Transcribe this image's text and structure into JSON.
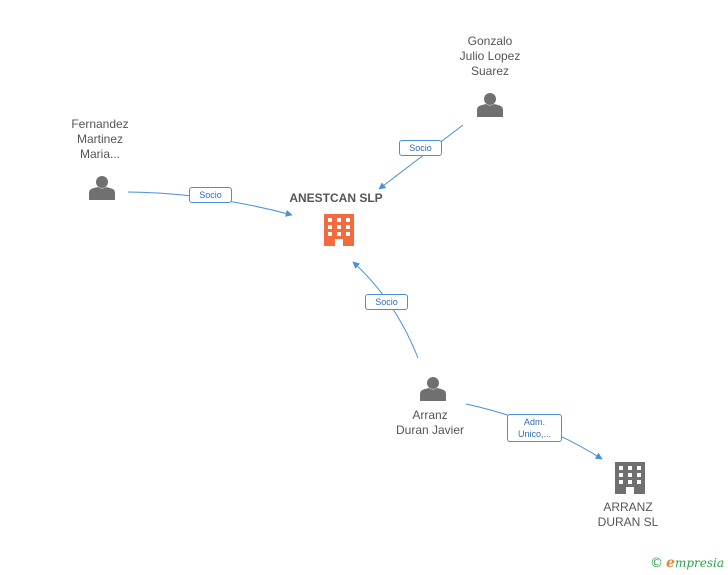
{
  "colors": {
    "edge": "#4a90d9",
    "person": "#707070",
    "company_main": "#f26a3d",
    "company": "#6f6f6f"
  },
  "nodes": {
    "anestcan": {
      "label_lines": [
        "ANESTCAN SLP"
      ],
      "icon": "building-icon"
    },
    "gonzalo": {
      "label_lines": [
        "Gonzalo",
        "Julio Lopez",
        "Suarez"
      ],
      "icon": "person-icon"
    },
    "fernandez": {
      "label_lines": [
        "Fernandez",
        "Martinez",
        "Maria..."
      ],
      "icon": "person-icon"
    },
    "arranz_javier": {
      "label_lines": [
        "Arranz",
        "Duran Javier"
      ],
      "icon": "person-icon"
    },
    "arranz_sl": {
      "label_lines": [
        "ARRANZ",
        "DURAN SL"
      ],
      "icon": "building-icon"
    }
  },
  "edges": {
    "gonzalo_socio": {
      "label_lines": [
        "Socio"
      ]
    },
    "fernandez_socio": {
      "label_lines": [
        "Socio"
      ]
    },
    "arranz_socio": {
      "label_lines": [
        "Socio"
      ]
    },
    "arranz_adm": {
      "label_lines": [
        "Adm.",
        "Unico,..."
      ]
    }
  },
  "footer": {
    "copyright": "©",
    "brand_initial": "e",
    "brand_rest": "mpresia"
  }
}
